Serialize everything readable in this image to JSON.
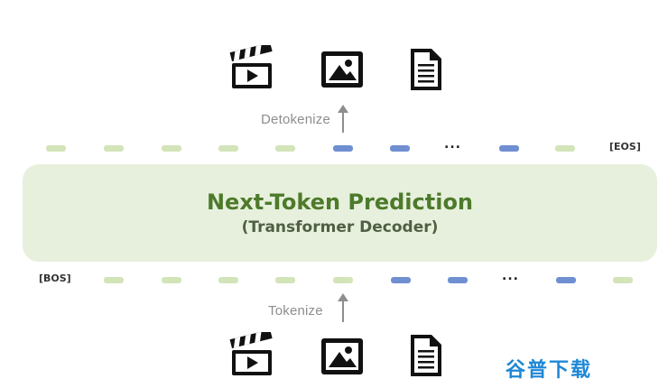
{
  "decoder": {
    "title": "Next-Token Prediction",
    "subtitle": "(Transformer Decoder)"
  },
  "top_stage": {
    "label": "Detokenize",
    "icons": [
      "video-clapperboard-icon",
      "image-icon",
      "document-icon"
    ]
  },
  "bottom_stage": {
    "label": "Tokenize",
    "icons": [
      "video-clapperboard-icon",
      "image-icon",
      "document-icon"
    ]
  },
  "output_tokens": {
    "sequence": [
      "green",
      "green",
      "green",
      "green",
      "green",
      "blue",
      "blue",
      "ellipsis",
      "blue",
      "green",
      "special"
    ],
    "special_label": "[EOS]"
  },
  "input_tokens": {
    "sequence": [
      "special",
      "green",
      "green",
      "green",
      "green",
      "green",
      "blue",
      "blue",
      "ellipsis",
      "blue",
      "green"
    ],
    "special_label": "[BOS]"
  },
  "ellipsis_text": "...",
  "colors": {
    "decoder_bg": "#e7f0dc",
    "text_token": "#d3e4b9",
    "visual_token": "#6f8fd1",
    "title": "#4d7a2b"
  },
  "watermark": "谷普下载"
}
